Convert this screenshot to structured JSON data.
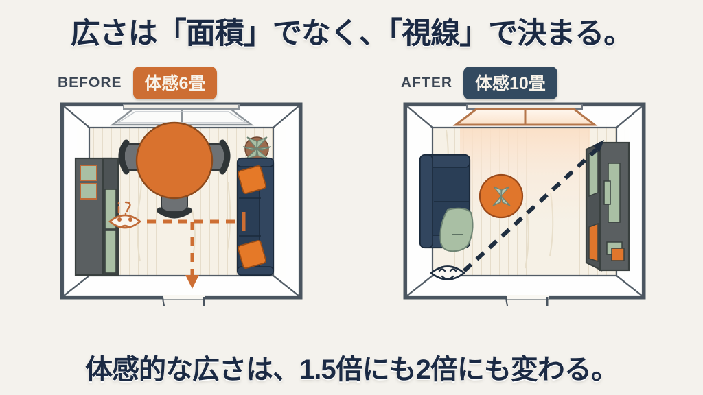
{
  "headline": "広さは「面積」でなく、「視線」で決まる。",
  "caption": "体感的な広さは、1.5倍にも2倍にも変わる。",
  "colors": {
    "background": "#f4f2ed",
    "ink": "#1b2a44",
    "accent_orange": "#cd6e33",
    "table_orange": "#d9722e",
    "navy_furniture": "#2a3e56",
    "badge_navy": "#334a60",
    "sage_green": "#a9bfa4",
    "cabinet_gray": "#5a5f61",
    "wall_gray": "#4a5560",
    "floor_cream": "#f4efe4"
  },
  "panels": [
    {
      "id": "before",
      "tag": "BEFORE",
      "badge": "体感6畳",
      "badge_style": "orange",
      "face": {
        "name": "sad-face",
        "expression": "frowning",
        "annotation": "!?",
        "color": "#c06a37"
      },
      "sightline": {
        "style": "dashed",
        "color": "#cd6e33",
        "path": "blocked-horizontal-then-down",
        "blocked": true
      },
      "window": {
        "glow": false,
        "frame_color": "#8d949a",
        "panes": 2
      },
      "furniture": [
        {
          "name": "tall-cabinet",
          "position": "left-wall",
          "color": "#5a5f61"
        },
        {
          "name": "round-dining-table",
          "position": "center-top",
          "color": "#d9722e"
        },
        {
          "name": "dining-chair-left",
          "position": "table-left",
          "color": "#6d7174"
        },
        {
          "name": "dining-chair-right",
          "position": "table-right",
          "color": "#6d7174"
        },
        {
          "name": "dining-chair-bottom",
          "position": "table-bottom",
          "color": "#6d7174"
        },
        {
          "name": "sofa",
          "position": "right-wall",
          "color": "#2a3e56"
        },
        {
          "name": "cushion-upper",
          "position": "sofa-upper",
          "color": "#e57928"
        },
        {
          "name": "cushion-lower",
          "position": "sofa-lower",
          "color": "#e57928"
        },
        {
          "name": "potted-plant",
          "position": "top-right-corner",
          "color": "#a9bfa4"
        }
      ],
      "door": {
        "name": "entry-door",
        "position": "bottom-center",
        "swing": "left"
      }
    },
    {
      "id": "after",
      "tag": "AFTER",
      "badge": "体感10畳",
      "badge_style": "navy",
      "face": {
        "name": "happy-face",
        "expression": "smiling",
        "annotation": "",
        "color": "#1f2e40"
      },
      "sightline": {
        "style": "dashed",
        "color": "#1f2e40",
        "path": "diagonal-to-upper-right",
        "blocked": false
      },
      "window": {
        "glow": true,
        "frame_color": "#b5764b",
        "panes": 2
      },
      "furniture": [
        {
          "name": "sofa",
          "position": "left-wall",
          "color": "#2a3e56"
        },
        {
          "name": "throw-blanket",
          "position": "sofa-right-arm",
          "color": "#a9bfa4"
        },
        {
          "name": "round-side-table",
          "position": "center",
          "color": "#e0762c"
        },
        {
          "name": "potted-plant",
          "position": "on-side-table",
          "color": "#a9bfa4"
        },
        {
          "name": "tall-shelf",
          "position": "right-wall",
          "color": "#5a5f61"
        }
      ],
      "door": {
        "name": "entry-door",
        "position": "bottom-center",
        "swing": "left"
      }
    }
  ]
}
